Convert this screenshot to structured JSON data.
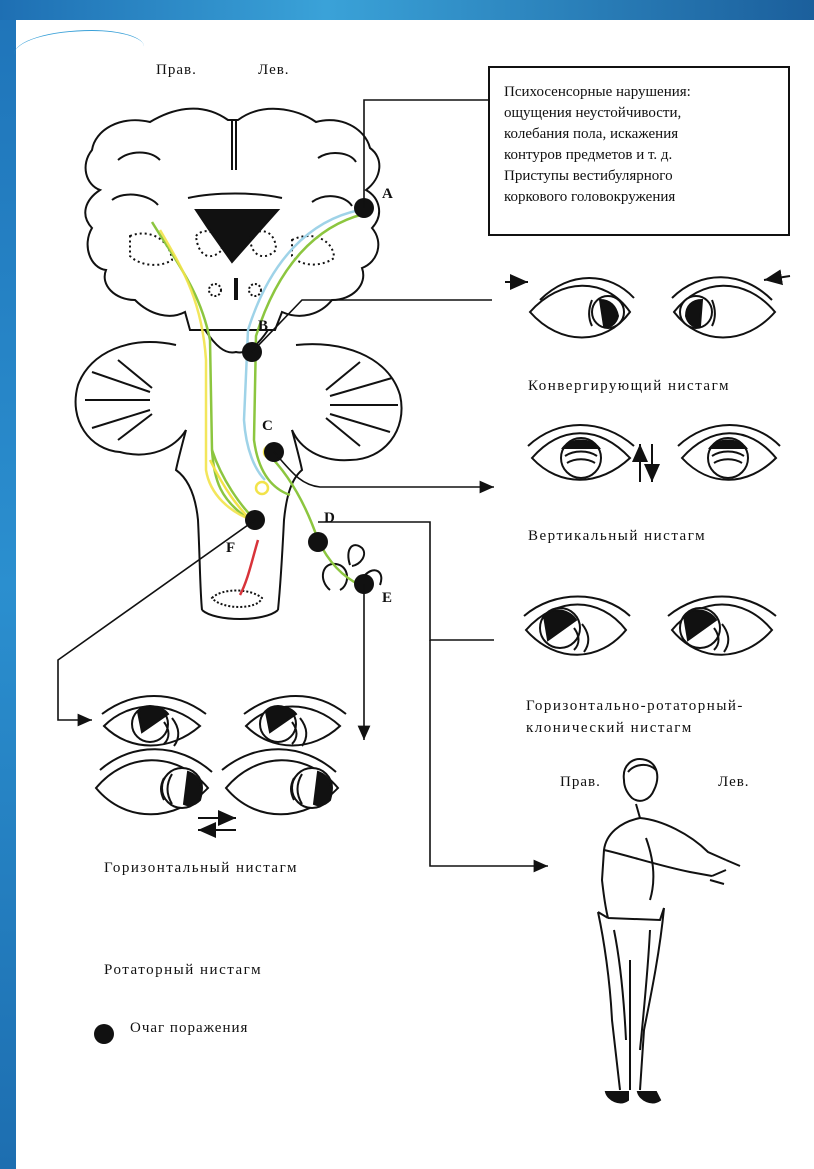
{
  "header": {
    "right_label": "Прав.",
    "left_label": "Лев."
  },
  "info_box": {
    "lines": [
      "Психосенсорные нарушения:",
      "ощущения неустойчивости,",
      "колебания пола, искажения",
      "контуров предметов и т. д.",
      "Приступы вестибулярного",
      "коркового головокружения"
    ]
  },
  "lesion_points": [
    "A",
    "B",
    "C",
    "D",
    "E",
    "F"
  ],
  "captions": {
    "converging": "Конвергирующий нистагм",
    "vertical": "Вертикальный нистагм",
    "horiz_rot_line1": "Горизонтально-ротаторный-",
    "horiz_rot_line2": "клонический нистагм",
    "horizontal": "Горизонтальный нистагм",
    "rotatory": "Ротаторный нистагм"
  },
  "figure_labels": {
    "right": "Прав.",
    "left": "Лев."
  },
  "legend": {
    "label": "Очаг поражения"
  },
  "colors": {
    "pathway_green": "#8cc63f",
    "pathway_yellow": "#f2e34a",
    "pathway_blue": "#9fd3e8",
    "pathway_red": "#d8333a",
    "frame_blue": "#1f74b9"
  }
}
